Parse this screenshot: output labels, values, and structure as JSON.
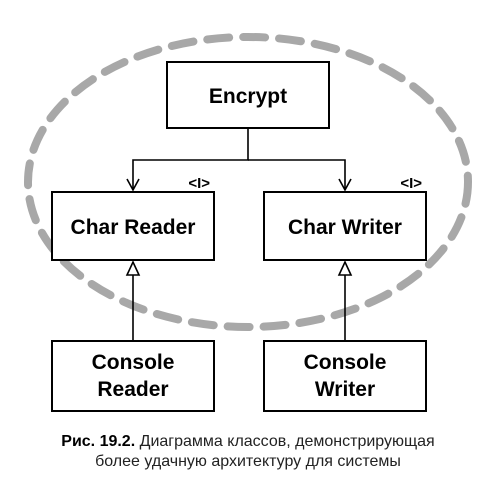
{
  "diagram": {
    "classes": {
      "encrypt": "Encrypt",
      "char_reader": "Char Reader",
      "char_writer": "Char Writer",
      "console_reader": [
        "Console",
        "Reader"
      ],
      "console_writer": [
        "Console",
        "Writer"
      ]
    },
    "interface_marker": "<I>",
    "colors": {
      "box_stroke": "#000000",
      "boundary_dash": "#a8a8a8"
    }
  },
  "caption": {
    "label": "Рис. 19.2.",
    "line1": "Диаграмма классов, демонстрирующая",
    "line2": "более удачную архитектуру для системы"
  }
}
